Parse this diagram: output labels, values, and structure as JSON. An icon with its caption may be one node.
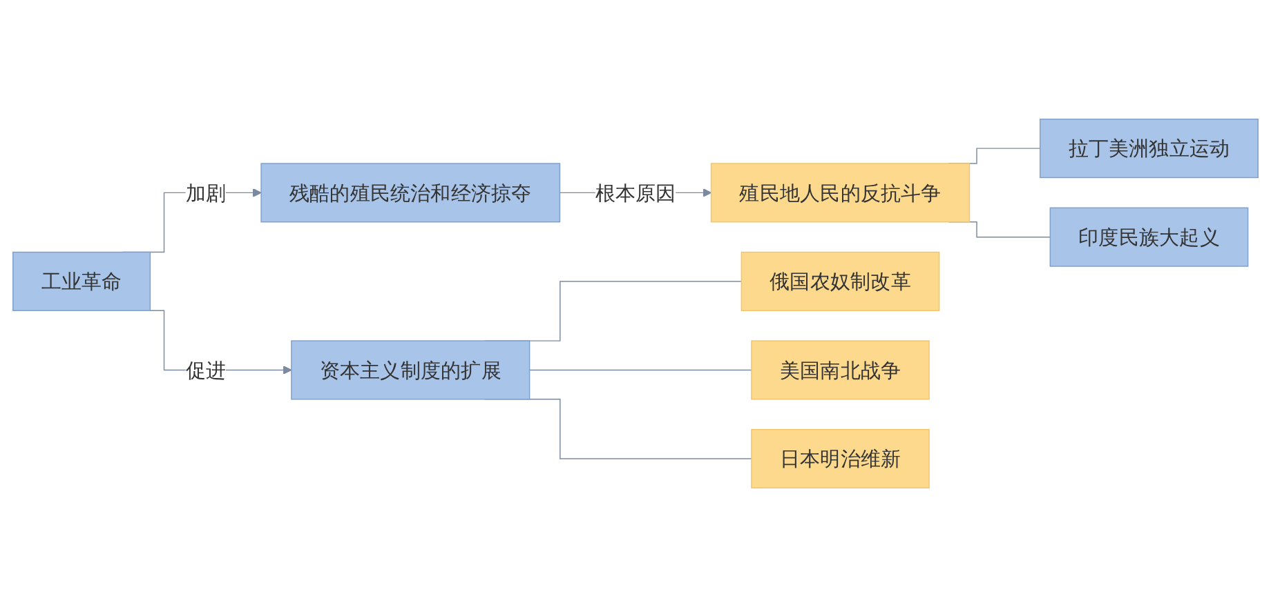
{
  "diagram": {
    "nodes": [
      {
        "text": [
          "残酷的殖民统治和经济掠夺"
        ]
      },
      {
        "text": [
          "殖民地人民的反抗斗争"
        ]
      },
      {
        "text": [
          "拉丁美洲独立运动"
        ]
      },
      {
        "text": [
          "印度民族大起义"
        ]
      },
      {
        "text": [
          "工业革命"
        ]
      },
      {
        "text": [
          "资本主义制度的扩展"
        ]
      },
      {
        "text": [
          "俄国农奴制改革"
        ]
      },
      {
        "text": [
          "美国南北战争"
        ]
      },
      {
        "text": [
          "日本明治维新"
        ]
      }
    ],
    "edges": [
      {
        "from": 0,
        "to": 1,
        "arrow": "to",
        "label": "根本原因"
      },
      {
        "from": 1,
        "to": 2,
        "arrow": "none"
      },
      {
        "from": 1,
        "to": 3,
        "arrow": "none"
      },
      {
        "from": 4,
        "to": 0,
        "arrow": "to",
        "label": "加剧"
      },
      {
        "from": 4,
        "to": 5,
        "arrow": "to",
        "label": "促进"
      },
      {
        "from": 5,
        "to": 6,
        "arrow": "none"
      },
      {
        "from": 5,
        "to": 7,
        "arrow": "none"
      },
      {
        "from": 5,
        "to": 8,
        "arrow": "none"
      }
    ]
  }
}
